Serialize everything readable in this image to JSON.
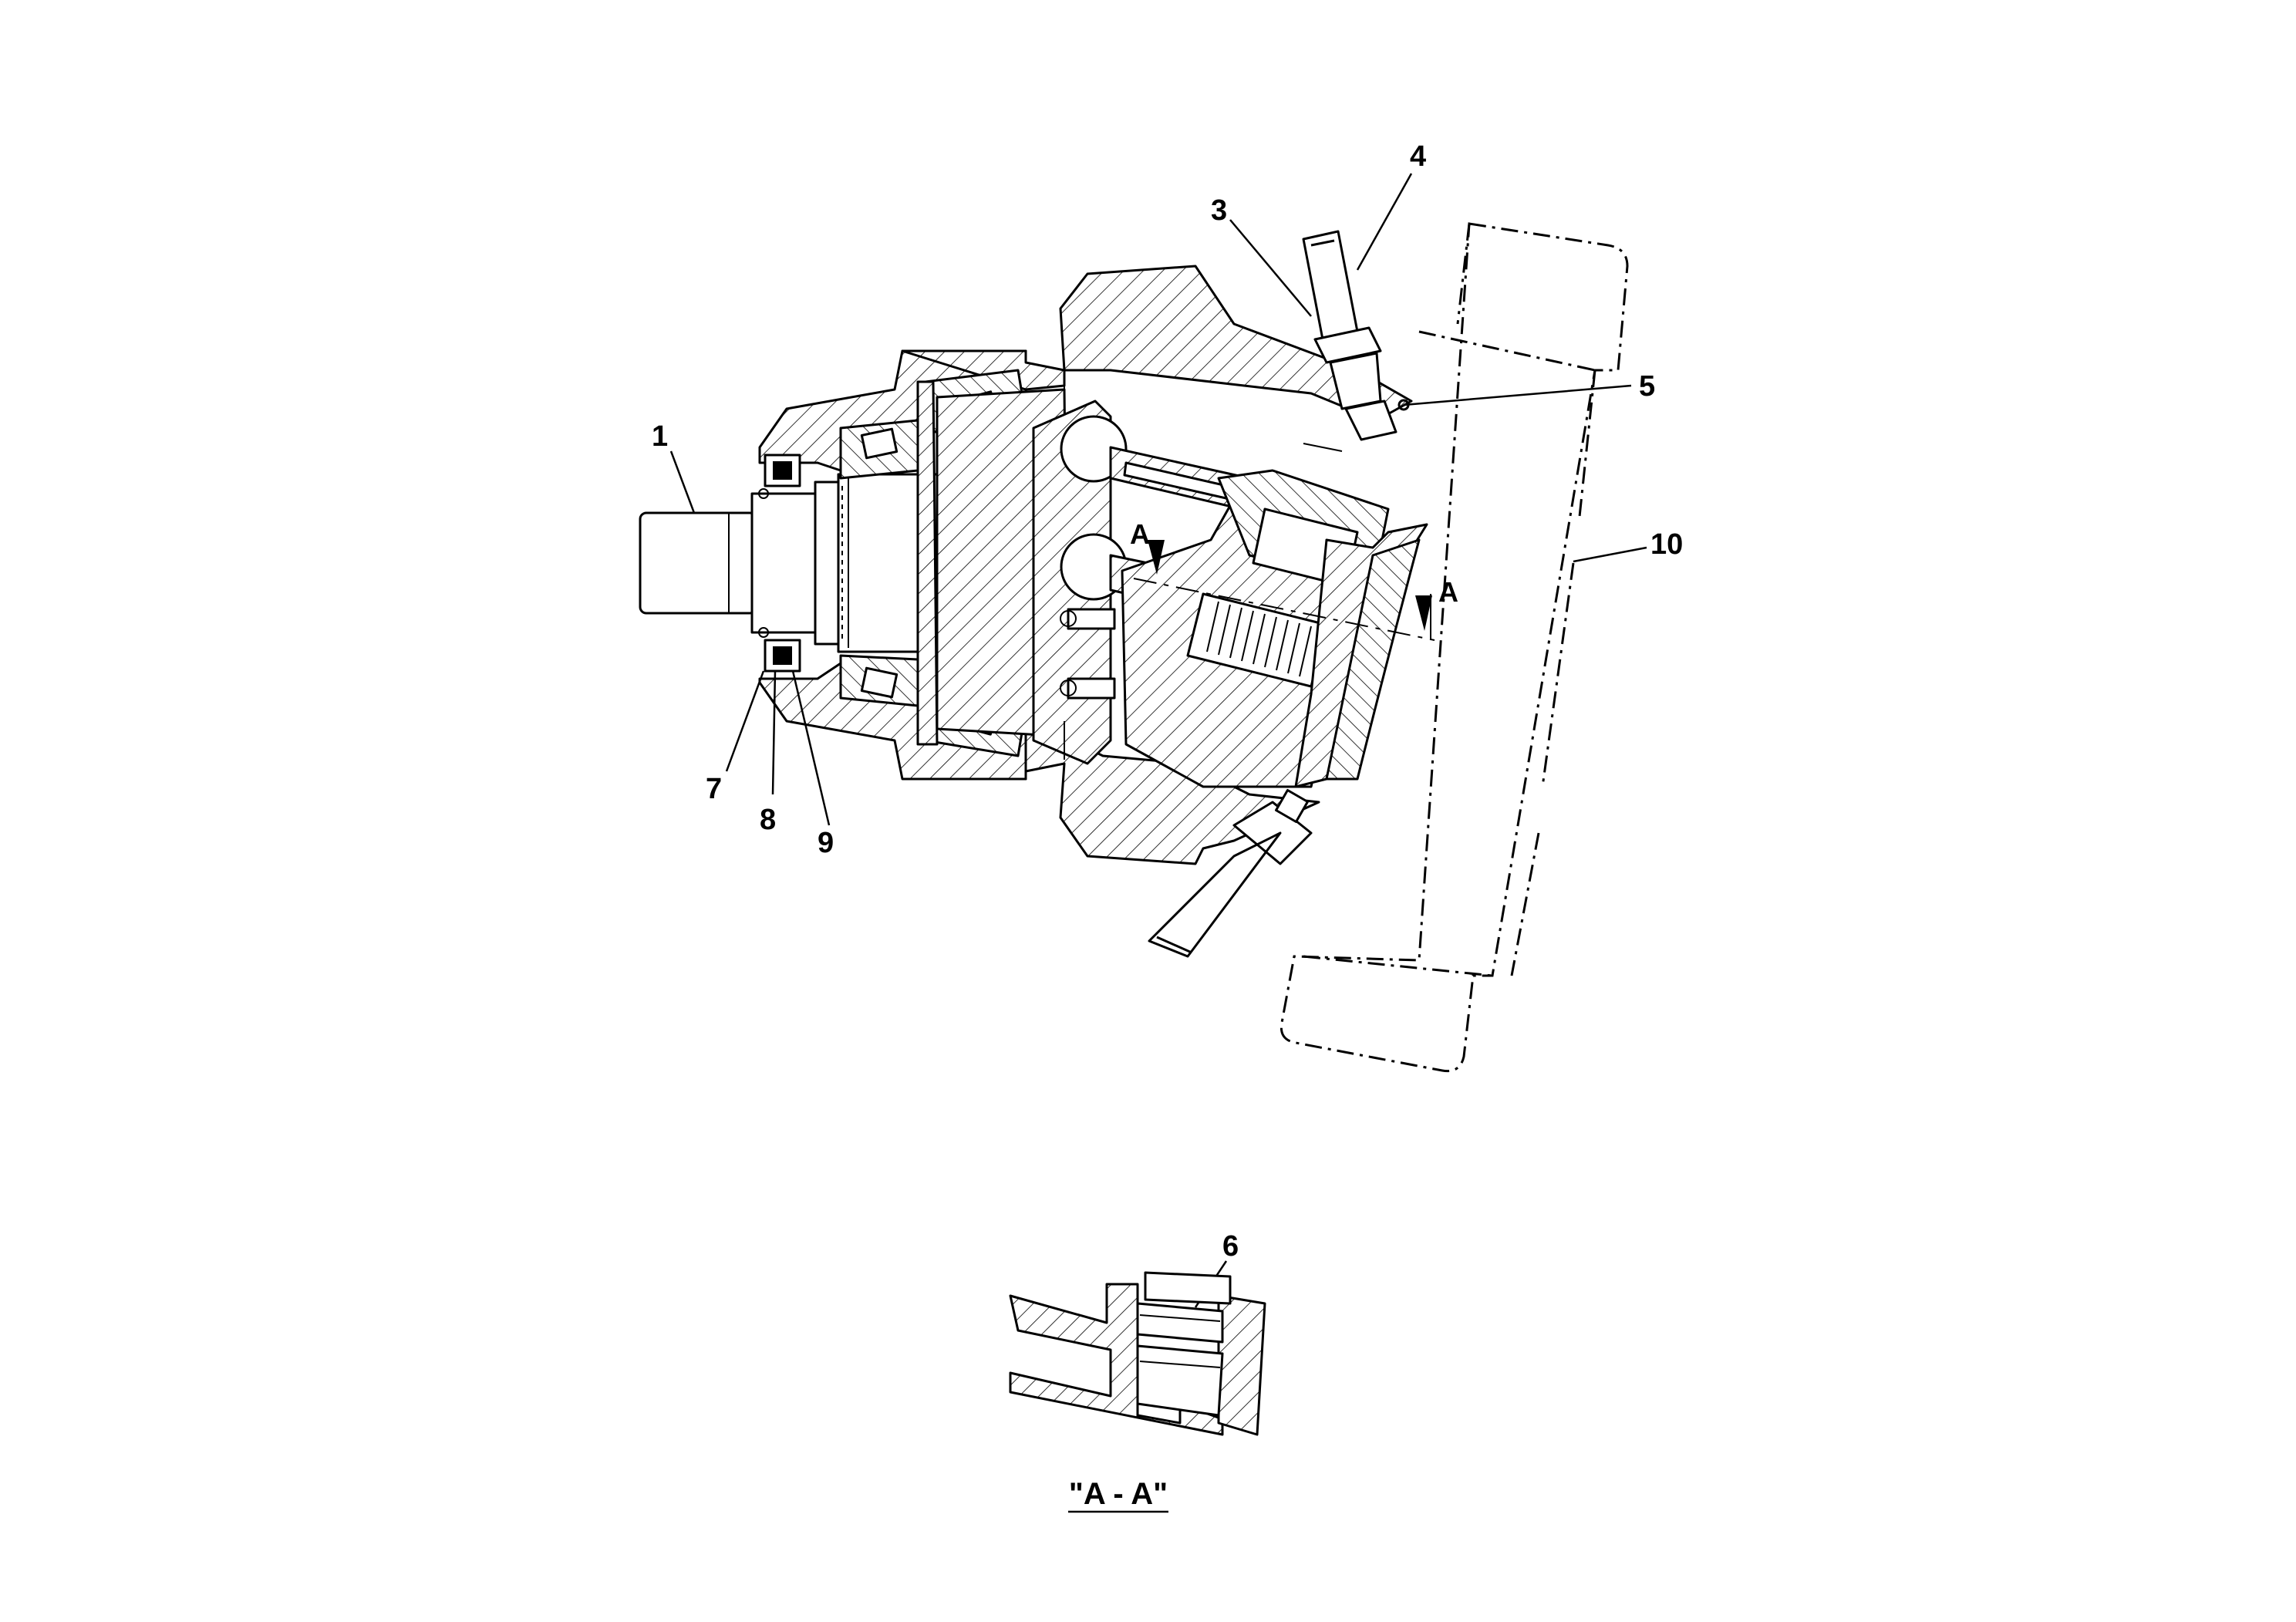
{
  "drawing": {
    "callouts": [
      "1",
      "3",
      "4",
      "5",
      "6",
      "7",
      "8",
      "9",
      "10"
    ],
    "section_marker": "A",
    "section_caption": "\"A - A\""
  }
}
